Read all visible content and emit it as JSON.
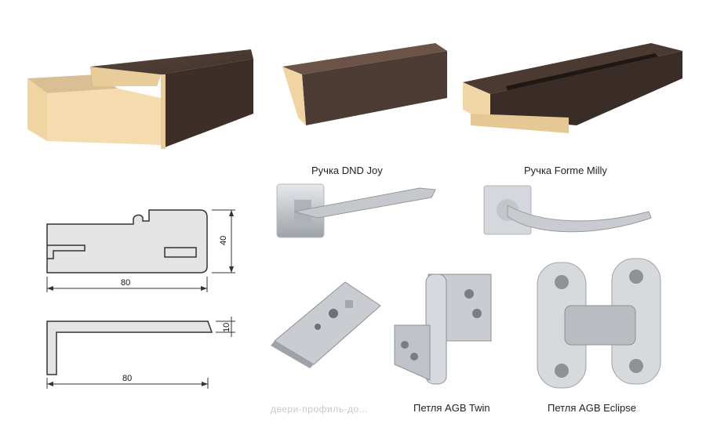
{
  "captions": {
    "handle_dnd_joy": "Ручка DND Joy",
    "handle_forme_milly": "Ручка Forme Milly",
    "hinge_agb_twin": "Петля AGB Twin",
    "hinge_agb_eclipse": "Петля AGB Eclipse"
  },
  "dimensions": {
    "profile_width": "80",
    "profile_height": "40",
    "trim_width": "80",
    "trim_height": "10"
  },
  "watermark": "двери-профиль-до...",
  "colors": {
    "veneer": "#4a3a32",
    "veneer_dark": "#2f241f",
    "mdf": "#efd3a0",
    "metal": "#c9cdd2"
  }
}
